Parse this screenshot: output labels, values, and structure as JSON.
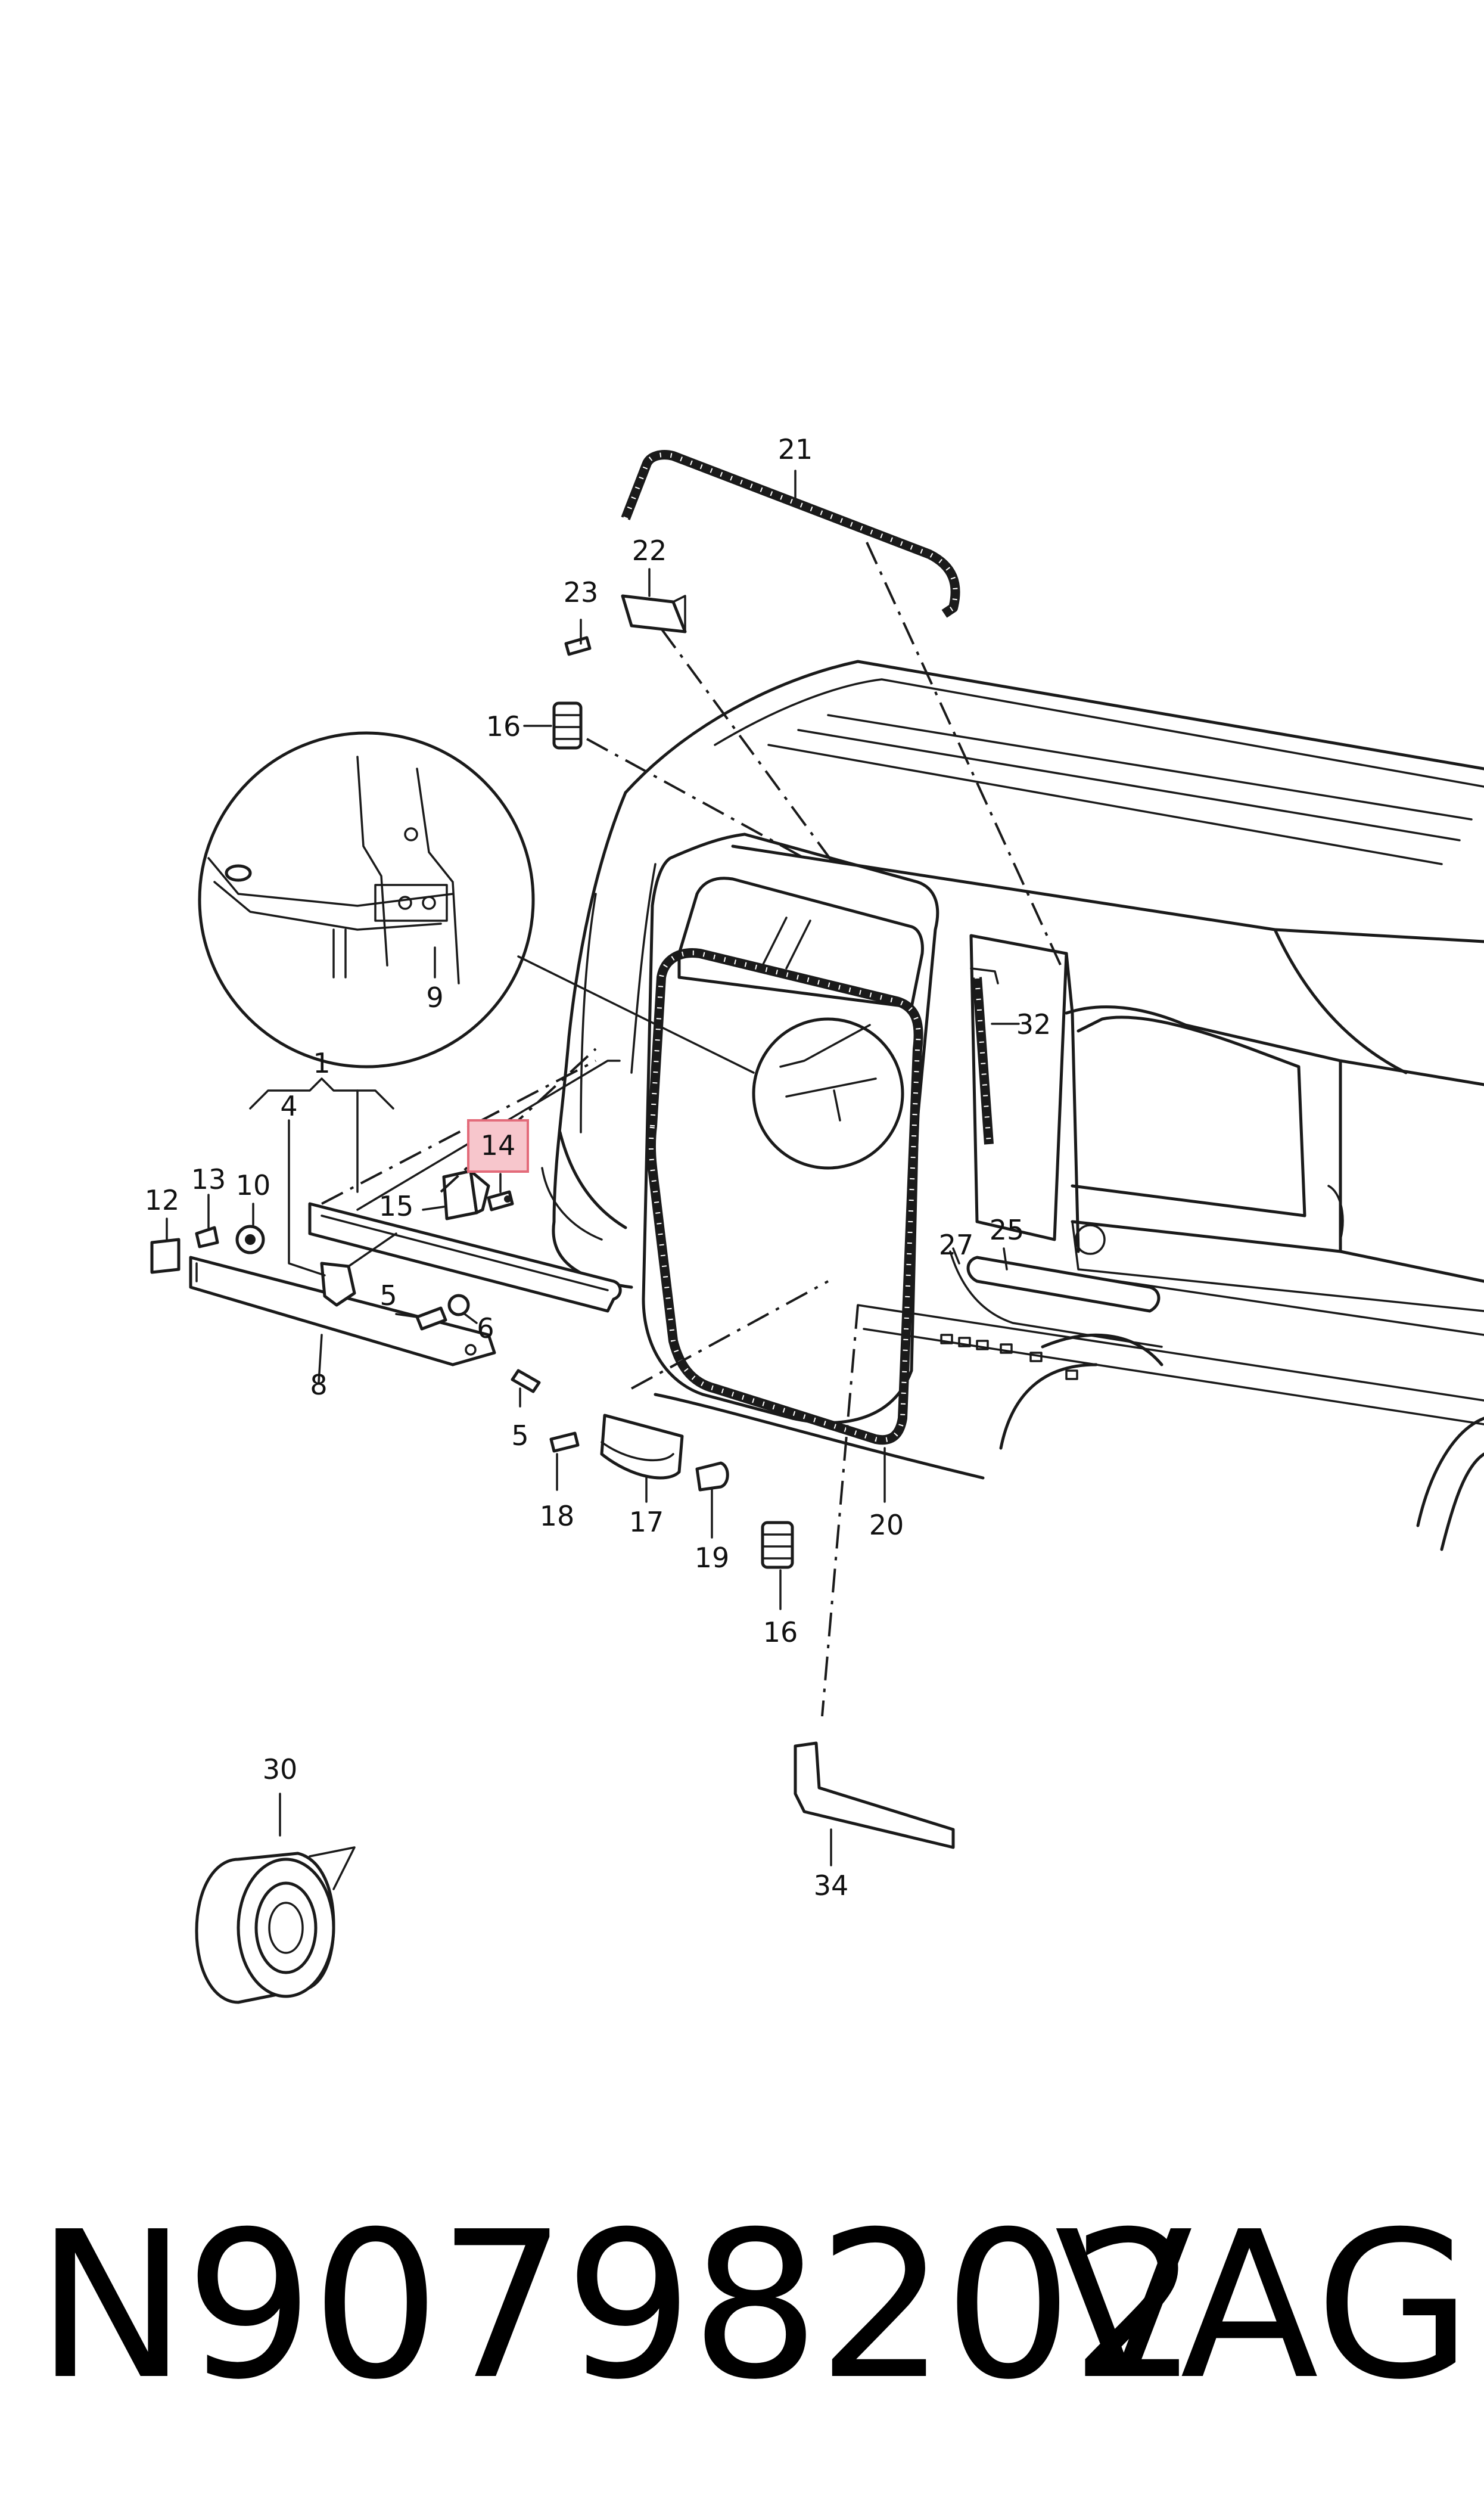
{
  "labels": {
    "l1": "1",
    "l4": "4",
    "l5a": "5",
    "l5b": "5",
    "l6": "6",
    "l8": "8",
    "l9": "9",
    "l10": "10",
    "l12": "12",
    "l13": "13",
    "l14": "14",
    "l15": "15",
    "l16a": "16",
    "l16b": "16",
    "l17": "17",
    "l18": "18",
    "l19": "19",
    "l20": "20",
    "l21": "21",
    "l22": "22",
    "l23": "23",
    "l25": "25",
    "l27": "27",
    "l30": "30",
    "l32": "32",
    "l34": "34"
  },
  "highlight_label": "14",
  "highlight_color": "#f7c6cc",
  "footer": {
    "part_number": "N90798202",
    "brand": "VAG"
  }
}
